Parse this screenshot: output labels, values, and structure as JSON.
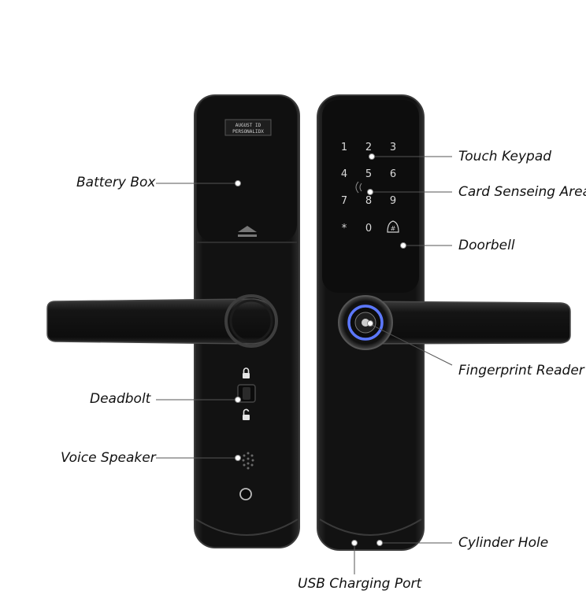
{
  "sticker": {
    "line1": "AUGUST ID",
    "line2": "PERSONALIDX"
  },
  "keypad": {
    "keys": [
      "1",
      "2",
      "3",
      "4",
      "5",
      "6",
      "7",
      "8",
      "9",
      "*",
      "0",
      "#"
    ]
  },
  "labels": {
    "battery_box": "Battery Box",
    "deadbolt": "Deadbolt",
    "voice_speaker": "Voice Speaker",
    "touch_keypad": "Touch Keypad",
    "card_area": "Card Senseing Area",
    "doorbell": "Doorbell",
    "fingerprint": "Fingerprint Reader",
    "cylinder_hole": "Cylinder Hole",
    "usb_port": "USB Charging Port"
  },
  "colors": {
    "body": "#151515",
    "edge": "#3a3a3a",
    "ring_blue": "#5c78ff",
    "leader": "#555555"
  }
}
